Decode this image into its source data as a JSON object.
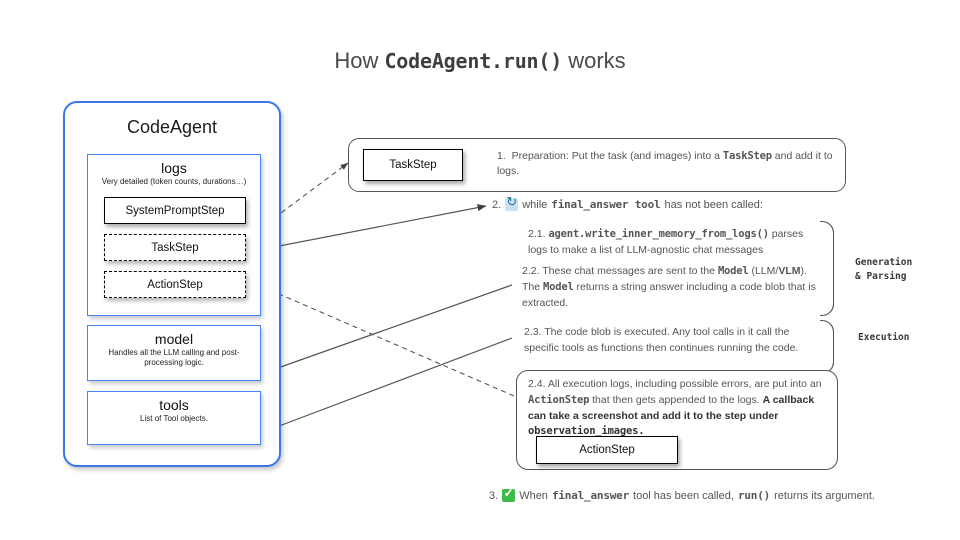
{
  "title": {
    "prefix": "How ",
    "code": "CodeAgent.run()",
    "suffix": " works"
  },
  "agent_panel": {
    "title": "CodeAgent",
    "logs": {
      "title": "logs",
      "subtitle": "Very detailed (token counts, durations…)",
      "steps": [
        {
          "label": "SystemPromptStep",
          "style": "solid"
        },
        {
          "label": "TaskStep",
          "style": "dashed"
        },
        {
          "label": "ActionStep",
          "style": "dashed"
        }
      ]
    },
    "model": {
      "title": "model",
      "subtitle": "Handles all the LLM calling and post-processing logic."
    },
    "tools": {
      "title": "tools",
      "subtitle": "List of Tool objects."
    }
  },
  "step1": {
    "chip_label": "TaskStep",
    "number": "1.",
    "text_a": "Preparation: Put the task (and images) into a ",
    "code": "TaskStep",
    "text_b": " and add it to logs."
  },
  "step2": {
    "number": "2.",
    "icon": "cycle-icon",
    "text_a": "while ",
    "code_a": "final_answer tool",
    "text_b": " has not been called:",
    "substeps": {
      "s21": {
        "number": "2.1.",
        "code": "agent.write_inner_memory_from_logs()",
        "text": " parses logs to make a list of LLM-agnostic chat messages"
      },
      "s22": {
        "number": "2.2.",
        "text_a": " These chat messages are sent to the ",
        "code_a": "Model",
        "text_b": " (LLM/",
        "bold_b": "VLM",
        "text_c": "). The ",
        "code_b": "Model",
        "text_d": " returns a string answer including a code blob that is extracted."
      },
      "s23": {
        "number": "2.3.",
        "text": " The code blob is executed. Any tool calls in it call the specific tools as functions then continues running the code."
      },
      "s24": {
        "number": "2.4.",
        "text_a": " All execution logs, including possible errors, are put into an ",
        "code_a": "ActionStep",
        "text_b": " that then gets appended to the logs. ",
        "bold_a": "A callback can  take a screenshot and add it to the step under ",
        "code_b": "observation_images.",
        "chip_label": "ActionStep"
      }
    }
  },
  "side_labels": {
    "generation": "Generation\n& Parsing",
    "execution": "Execution"
  },
  "step3": {
    "number": "3.",
    "icon": "check-icon",
    "text_a": "When ",
    "code_a": "final_answer",
    "text_b": " tool has been called, ",
    "code_b": "run()",
    "text_c": " returns its argument."
  },
  "colors": {
    "brand_blue": "#4285f4",
    "panel_blue": "#3b78e7",
    "text_gray": "#555555",
    "check_green": "#3fbb4a",
    "cycle_blue": "#2f6e95"
  }
}
